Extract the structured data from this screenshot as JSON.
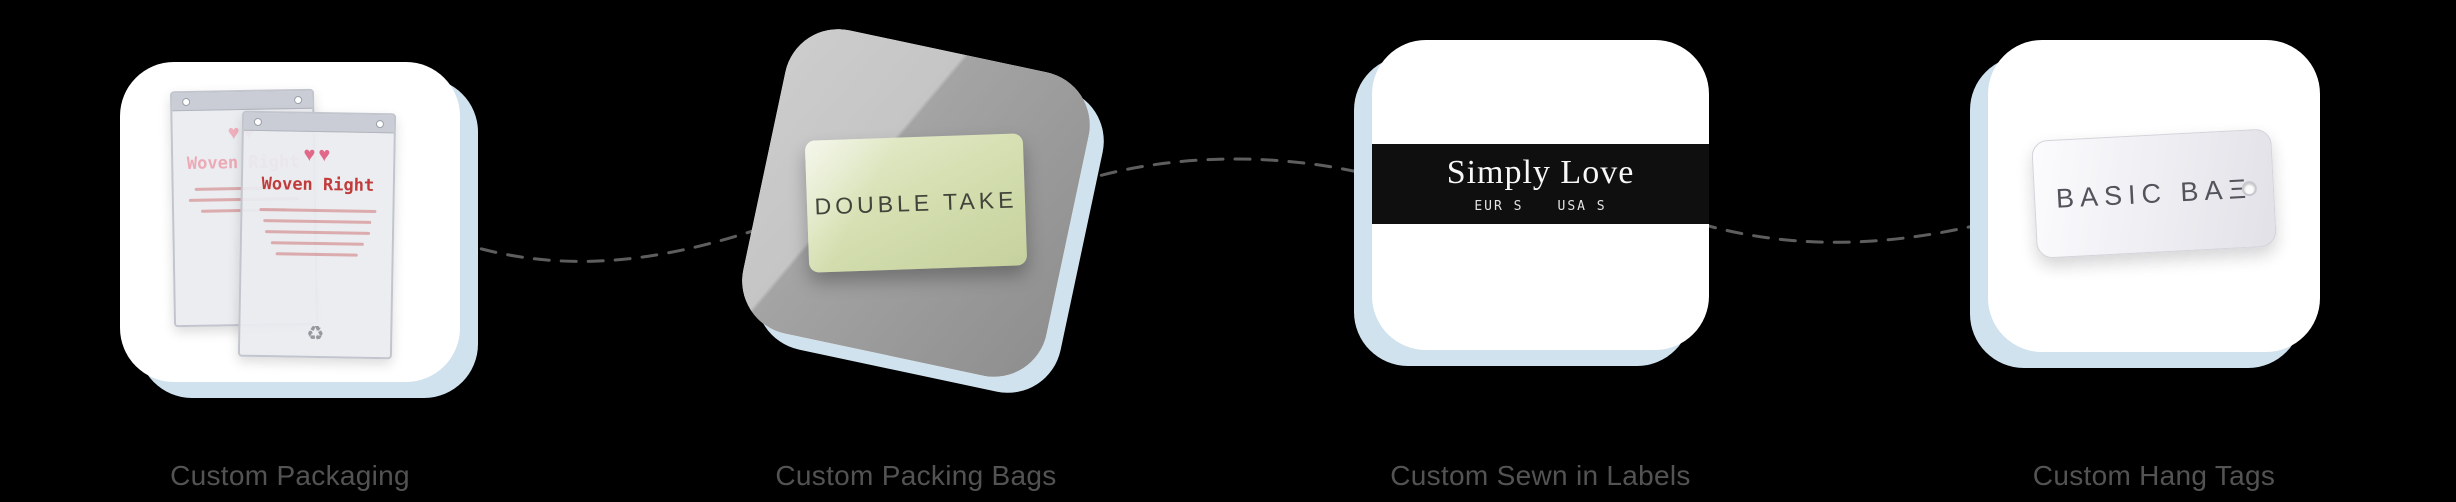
{
  "colors": {
    "background": "#000000",
    "card": "#ffffff",
    "card_shadow_blue": "#cfe2ee",
    "connector_gray": "#5e5e5e",
    "label_gray": "#535353",
    "brand_red": "#c23b3b",
    "bag_green": "#d6e0b2",
    "sewn_label_black": "#0f0f0f"
  },
  "steps": [
    {
      "label": "Custom Packaging",
      "card": {
        "type": "packaging",
        "bag_title": "Woven Right",
        "hearts": "♥♥",
        "recycle_icon": "♻"
      }
    },
    {
      "label": "Custom Packing Bags",
      "card": {
        "type": "packing-bag",
        "bag_text": "DOUBLE TAKE"
      }
    },
    {
      "label": "Custom Sewn in Labels",
      "card": {
        "type": "sewn-label",
        "label_text": "Simply Love",
        "size_left": "EUR S",
        "size_right": "USA S"
      }
    },
    {
      "label": "Custom Hang Tags",
      "card": {
        "type": "hang-tag",
        "tag_text": "BASIC BAΞ"
      }
    }
  ]
}
